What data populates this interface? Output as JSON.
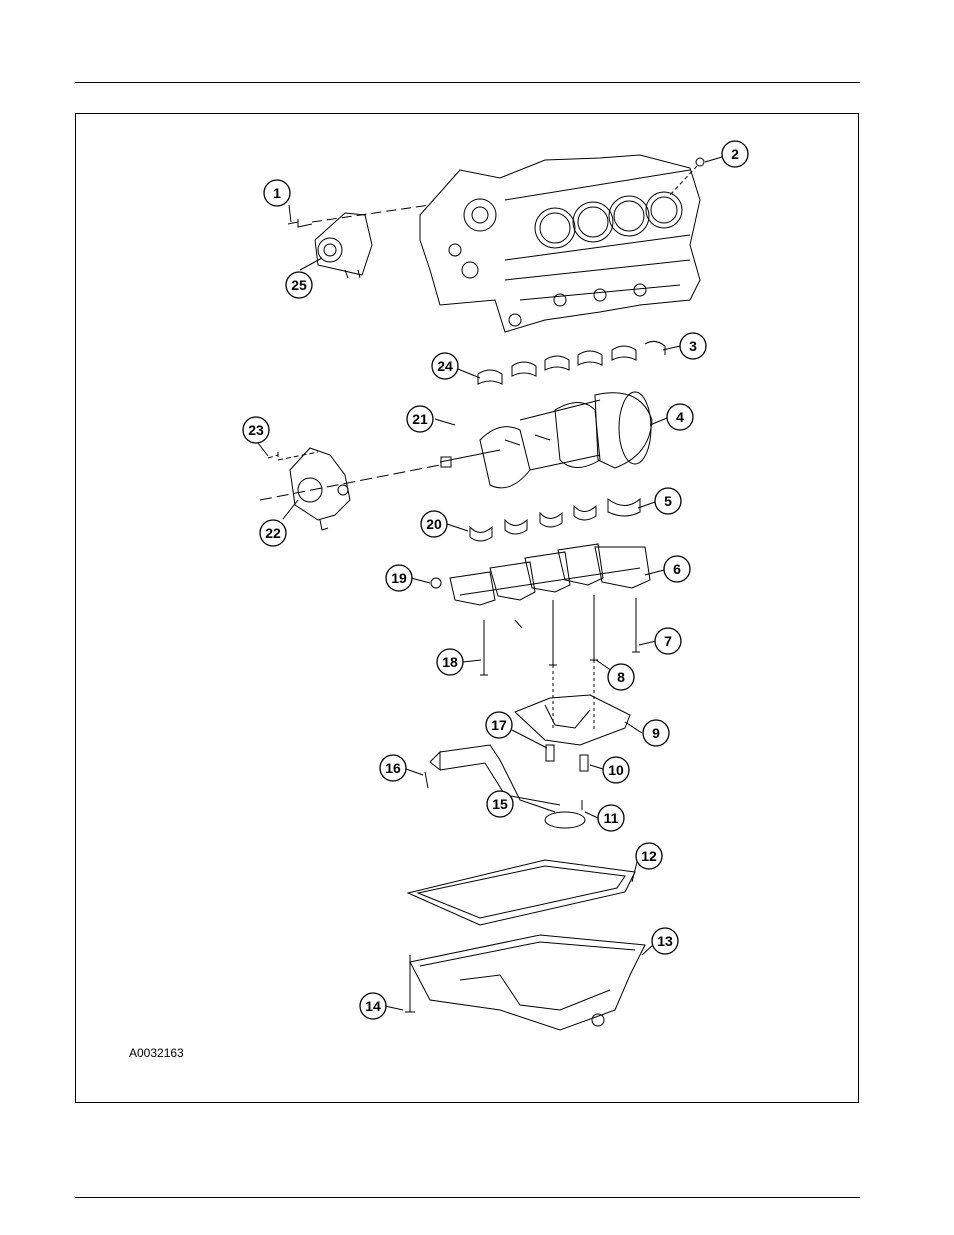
{
  "figure": {
    "id": "A0032163",
    "callouts": [
      {
        "n": "1",
        "label": "1"
      },
      {
        "n": "2",
        "label": "2"
      },
      {
        "n": "3",
        "label": "3"
      },
      {
        "n": "4",
        "label": "4"
      },
      {
        "n": "5",
        "label": "5"
      },
      {
        "n": "6",
        "label": "6"
      },
      {
        "n": "7",
        "label": "7"
      },
      {
        "n": "8",
        "label": "8"
      },
      {
        "n": "9",
        "label": "9"
      },
      {
        "n": "10",
        "label": "10"
      },
      {
        "n": "11",
        "label": "11"
      },
      {
        "n": "12",
        "label": "12"
      },
      {
        "n": "13",
        "label": "13"
      },
      {
        "n": "14",
        "label": "14"
      },
      {
        "n": "15",
        "label": "15"
      },
      {
        "n": "16",
        "label": "16"
      },
      {
        "n": "17",
        "label": "17"
      },
      {
        "n": "18",
        "label": "18"
      },
      {
        "n": "19",
        "label": "19"
      },
      {
        "n": "20",
        "label": "20"
      },
      {
        "n": "21",
        "label": "21"
      },
      {
        "n": "22",
        "label": "22"
      },
      {
        "n": "23",
        "label": "23"
      },
      {
        "n": "24",
        "label": "24"
      },
      {
        "n": "25",
        "label": "25"
      }
    ],
    "parts": [
      "cylinder-block",
      "water-pump",
      "crankshaft",
      "oil-pump",
      "main-bearing-upper-shells",
      "main-bearing-lower-shells",
      "main-bearing-caps",
      "oil-pan-baffle",
      "oil-pickup-tube",
      "oil-pan-gasket",
      "oil-pan"
    ]
  }
}
